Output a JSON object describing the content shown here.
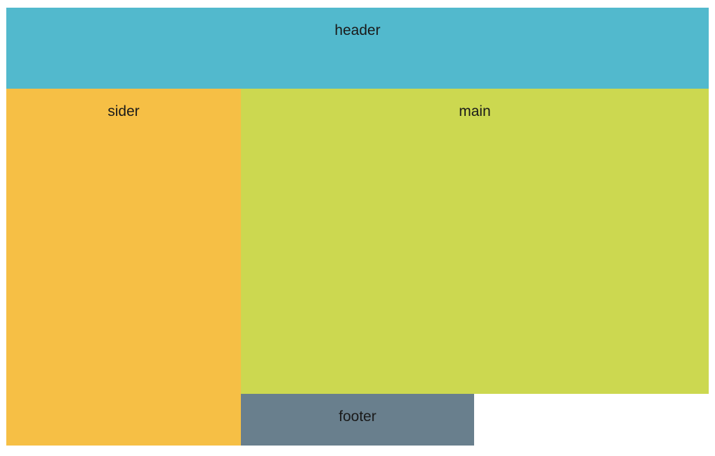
{
  "canvas": {
    "background": "#ffffff",
    "text_color": "#1a1a1a"
  },
  "regions": {
    "header": {
      "label": "header",
      "color": "#52b9cd"
    },
    "sider": {
      "label": "sider",
      "color": "#f6bf45"
    },
    "main": {
      "label": "main",
      "color": "#ccd850"
    },
    "footer": {
      "label": "footer",
      "color": "#697f8d"
    }
  }
}
